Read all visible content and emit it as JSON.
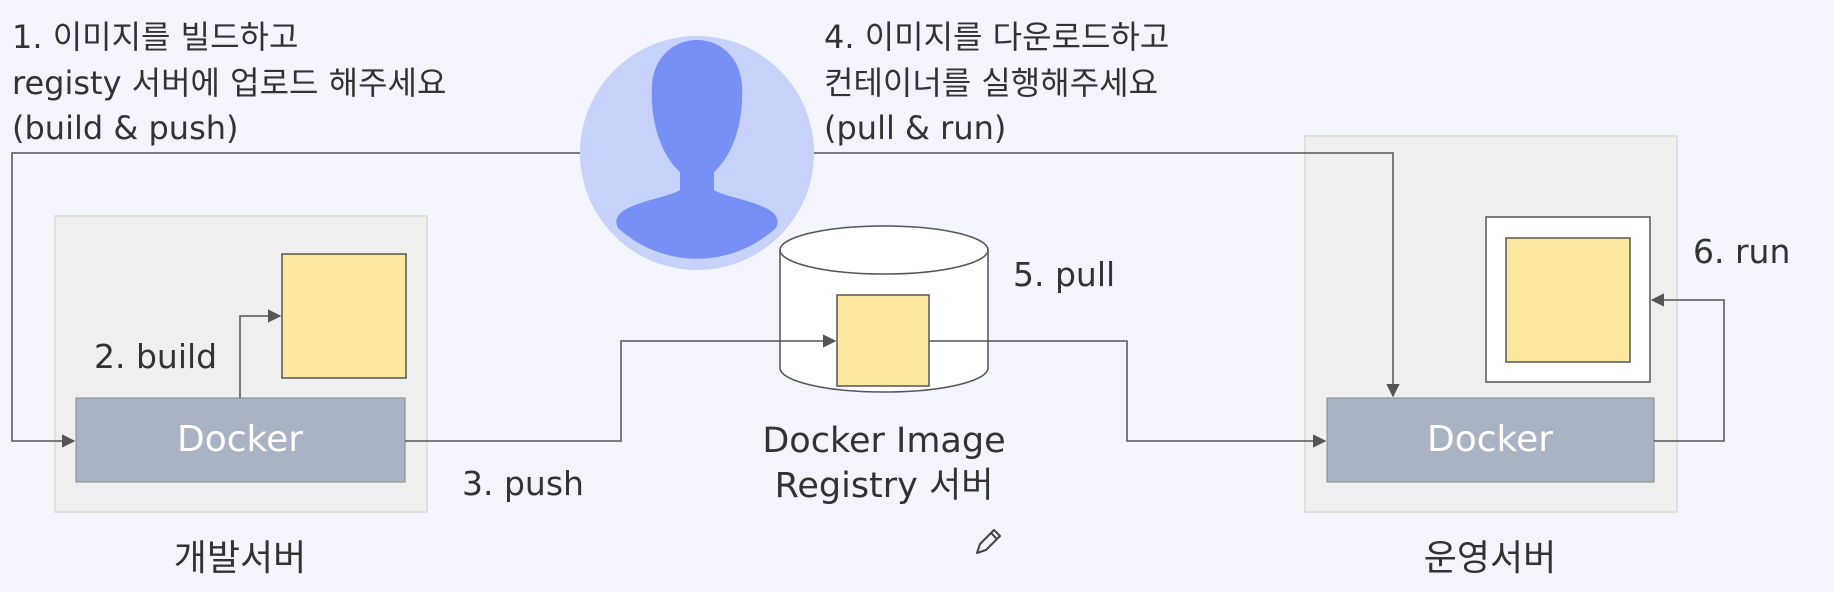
{
  "instructions": {
    "dev_line1": "1. 이미지를 빌드하고",
    "dev_line2": "registy 서버에 업로드 해주세요",
    "dev_line3": "(build & push)",
    "ops_line1": "4. 이미지를 다운로드하고",
    "ops_line2": "컨테이너를 실행해주세요",
    "ops_line3": "(pull & run)"
  },
  "steps": {
    "build": "2. build",
    "push": "3. push",
    "pull": "5. pull",
    "run": "6. run"
  },
  "dev_server": {
    "docker_label": "Docker",
    "name": "개발서버"
  },
  "registry": {
    "name_line1": "Docker Image",
    "name_line2": "Registry 서버"
  },
  "prod_server": {
    "docker_label": "Docker",
    "name": "운영서버"
  },
  "icons": {
    "user": "user-avatar-icon",
    "pencil": "pencil-icon"
  },
  "colors": {
    "background": "#f3f4fc",
    "server_box": "#efefef",
    "docker_box": "#aab3c3",
    "image_box": "#fce79e",
    "avatar_circle": "#c7d2fb",
    "avatar_figure": "#7790f5",
    "line": "#555555"
  }
}
